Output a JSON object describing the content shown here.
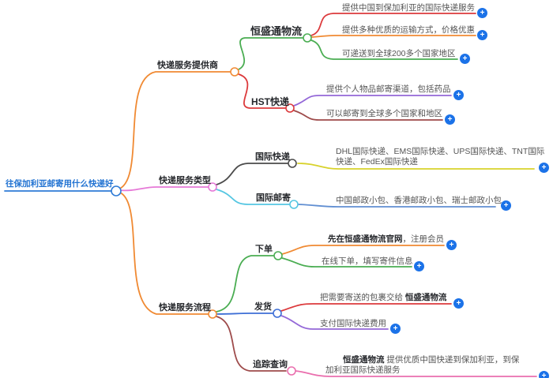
{
  "colors": {
    "root_text": "#2273d2",
    "blue": "#2e7bd6",
    "orange": "#f08a33",
    "magenta": "#e679d7",
    "green": "#4aad52",
    "red": "#dc3a3c",
    "purple": "#9468d8",
    "maroon": "#9e4b4b",
    "yellow": "#d8d22b",
    "cyan": "#55c6e2",
    "steel_blue": "#618fd2",
    "dark": "#4b4b4b",
    "ship_blue": "#3e6fd6",
    "pink": "#ea6fae",
    "plus": "#1b72e8"
  },
  "icons": {
    "expand": "+"
  },
  "root": {
    "label": "往保加利亚邮寄用什么快递好"
  },
  "providers": {
    "label": "快递服务提供商",
    "hengshengtong": {
      "label": "恒盛通物流",
      "leaves": [
        {
          "text": "提供中国到保加利亚的国际快递服务"
        },
        {
          "text": "提供多种优质的运输方式，价格优惠"
        },
        {
          "text": "可递送到全球200多个国家地区"
        }
      ]
    },
    "hst": {
      "label": "HST快递",
      "leaves": [
        {
          "text": "提供个人物品邮寄渠道，包括药品"
        },
        {
          "text": "可以邮寄到全球多个国家和地区"
        }
      ]
    }
  },
  "types": {
    "label": "快递服务类型",
    "intl_express": {
      "label": "国际快递",
      "leaf": "DHL国际快递、EMS国际快递、UPS国际快递、TNT国际快递、FedEx国际快递"
    },
    "intl_mail": {
      "label": "国际邮寄",
      "leaf": "中国邮政小包、香港邮政小包、瑞士邮政小包"
    }
  },
  "process": {
    "label": "快递服务流程",
    "order": {
      "label": "下单",
      "leaf1_bold": "先在恒盛通物流官网",
      "leaf1_rest": "，注册会员",
      "leaf2": "在线下单，填写寄件信息"
    },
    "ship": {
      "label": "发货",
      "leaf1_plain": "把需要寄送的包裹交给 ",
      "leaf1_bold": "恒盛通物流",
      "leaf2": "支付国际快递费用"
    },
    "track": {
      "label": "追踪查询",
      "leaf_bold": "恒盛通物流",
      "leaf_rest": " 提供优质中国快递到保加利亚，到保加利亚国际快递服务"
    }
  }
}
